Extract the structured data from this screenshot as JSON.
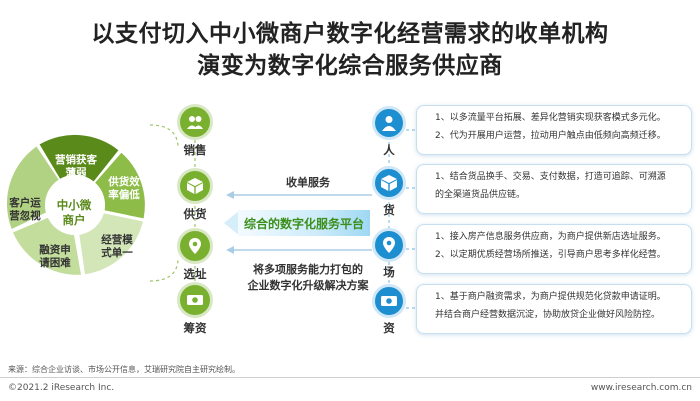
{
  "title": {
    "line1": "以支付切入中小微商户数字化经营需求的收单机构",
    "line2": "演变为数字化综合服务供应商"
  },
  "ring": {
    "center": "中小微\n商户",
    "segments": [
      {
        "label": "营销获客\n薄弱"
      },
      {
        "label": "供货效\n率偏低"
      },
      {
        "label": "经营模\n式单一"
      },
      {
        "label": "融资申\n请困难"
      },
      {
        "label": "客户运\n营忽视"
      }
    ]
  },
  "left_nodes": [
    {
      "label": "销售",
      "icon": "people-icon"
    },
    {
      "label": "供货",
      "icon": "box-icon"
    },
    {
      "label": "选址",
      "icon": "location-icon"
    },
    {
      "label": "筹资",
      "icon": "money-icon"
    }
  ],
  "middle": {
    "top_label": "收单服务",
    "platform_label": "综合的数字化服务平台",
    "bottom_label": "将多项服务能力打包的\n企业数字化升级解决方案"
  },
  "right_nodes": [
    {
      "label": "人",
      "icon": "person-icon"
    },
    {
      "label": "货",
      "icon": "box-icon"
    },
    {
      "label": "场",
      "icon": "location-icon"
    },
    {
      "label": "资",
      "icon": "money-icon"
    }
  ],
  "right_boxes": [
    {
      "lines": [
        "1、以多流量平台拓展、差异化营销实现获客模式多元化。",
        "2、代为开展用户运营，拉动用户触点由低频向高频迁移。"
      ]
    },
    {
      "lines": [
        "1、结合货品换手、交易、支付数据，打造可追踪、可溯源",
        "的全渠道货品供应链。"
      ]
    },
    {
      "lines": [
        "1、接入房产信息服务供应商，为商户提供新店选址服务。",
        "2、以定期优质经营场所推送，引导商户思考多样化经营。"
      ]
    },
    {
      "lines": [
        "1、基于商户融资需求，为商户提供规范化贷款申请证明。",
        "并结合商户经营数据沉淀，协助放贷企业做好风险防控。"
      ]
    }
  ],
  "colors": {
    "dark_green": "#5a8a1a",
    "green": "#7ab030",
    "light_green": "#cfe2b3",
    "blue": "#1d8fd0"
  },
  "footer": {
    "source": "来源：综合企业访谈、市场公开信息，艾瑞研究院自主研究绘制。",
    "copyright": "©2021.2 iResearch Inc.",
    "website": "www.iresearch.com.cn"
  }
}
